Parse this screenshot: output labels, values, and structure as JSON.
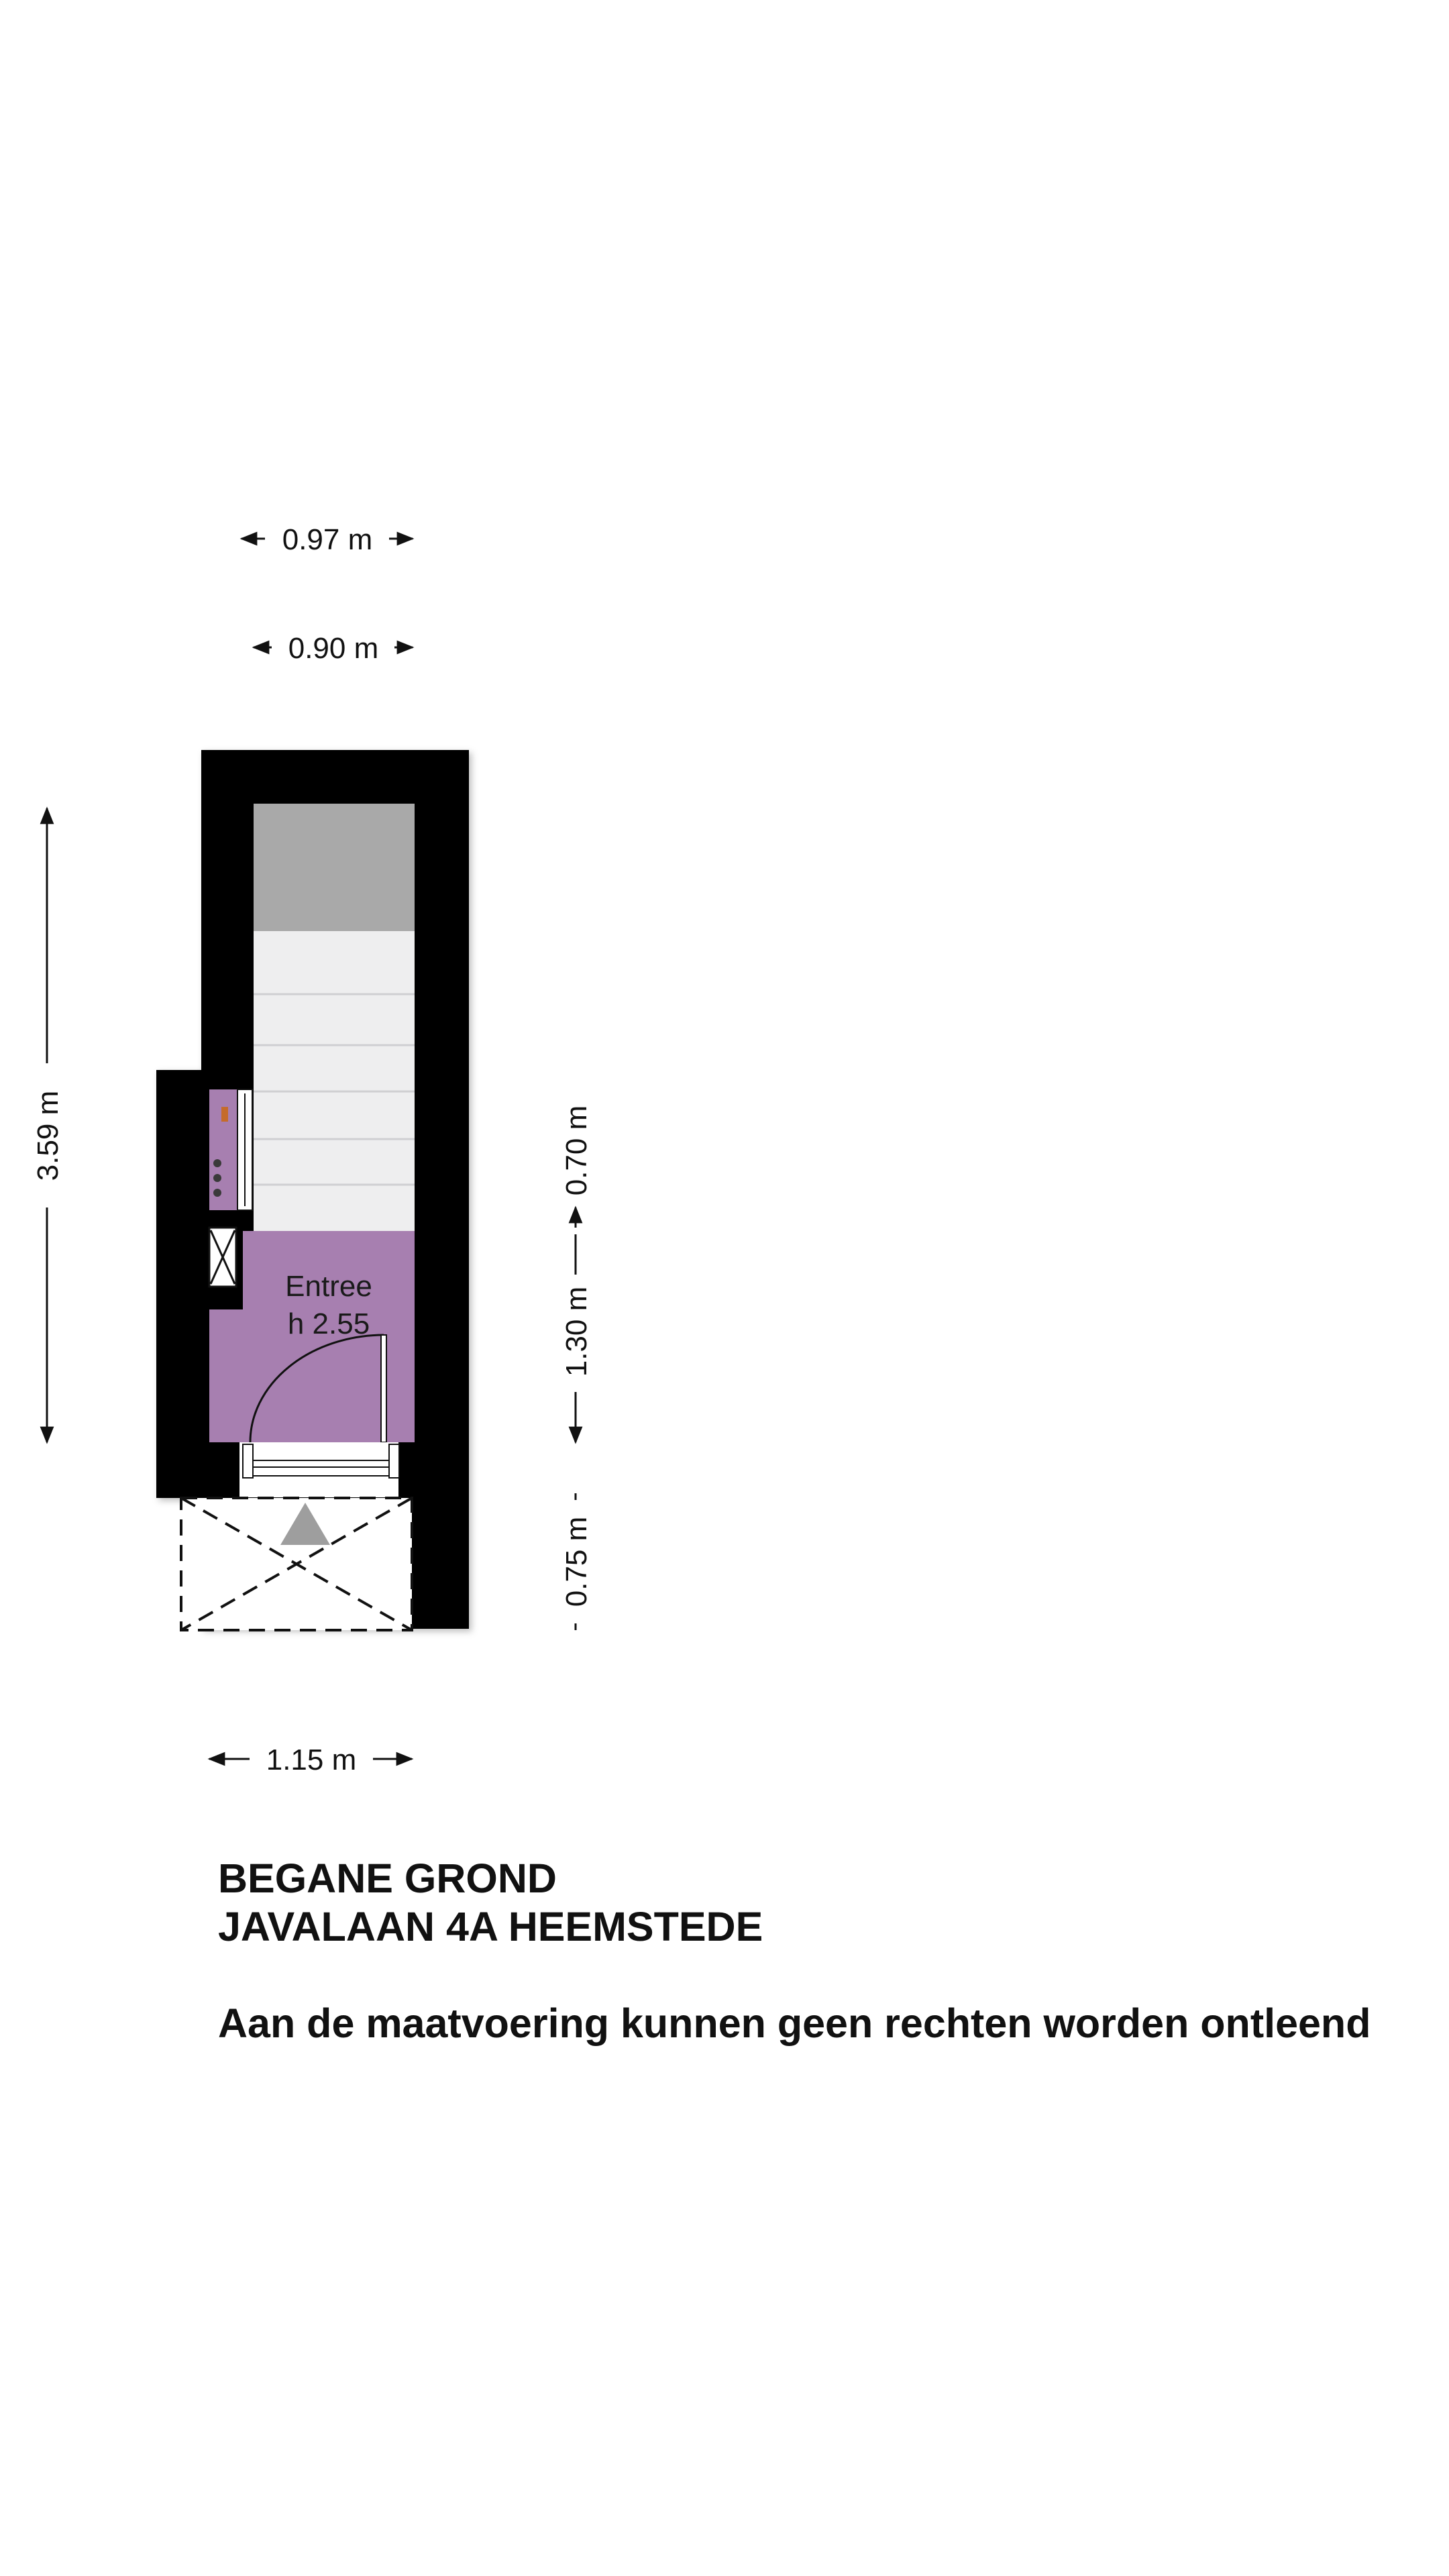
{
  "dimensions": {
    "top_outer": "0.97 m",
    "top_inner": "0.90 m",
    "left_total": "3.59 m",
    "right_upper": "0.70 m",
    "right_middle": "1.30 m",
    "right_lower": "0.75 m",
    "bottom": "1.15 m"
  },
  "room": {
    "name": "Entree",
    "height": "h 2.55"
  },
  "caption": {
    "floor": "BEGANE GROND",
    "address": "JAVALAAN 4A HEEMSTEDE",
    "disclaimer": "Aan de maatvoering kunnen geen rechten worden ontleend"
  },
  "colors": {
    "wall": "#000000",
    "room_fill": "#a77fb0",
    "stair_step": "#eeeeef",
    "stair_landing": "#a9a9a9"
  }
}
